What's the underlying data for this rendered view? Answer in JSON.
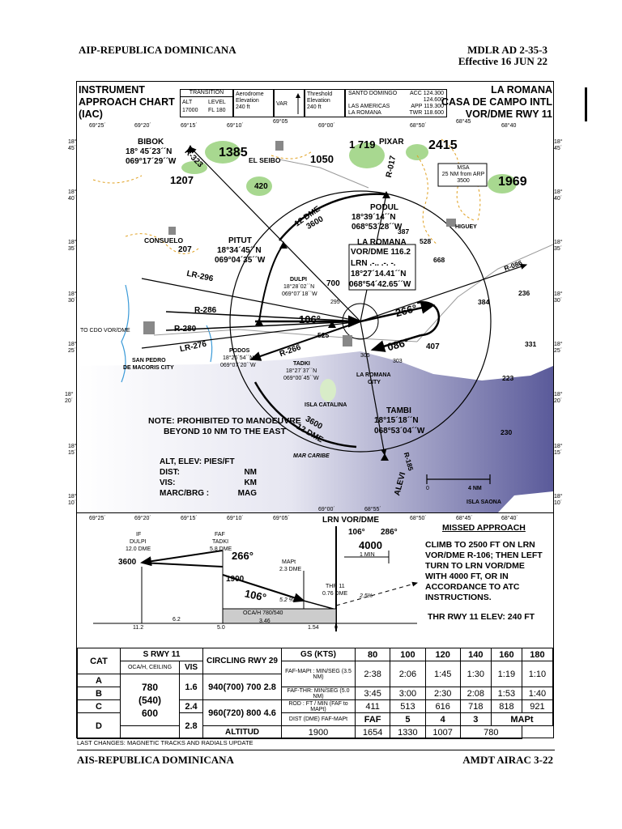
{
  "header": {
    "left": "AIP-REPUBLICA DOMINICANA",
    "right_line1": "MDLR AD 2-35-3",
    "right_line2": "Effective 16 JUN 22"
  },
  "footer": {
    "left": "AIS-REPUBLICA DOMINICANA",
    "right": "AMDT AIRAC 3-22"
  },
  "chart_title": {
    "left_line1": "INSTRUMENT",
    "left_line2": "APPROACH CHART",
    "left_line3": "(IAC)",
    "right_line1": "LA ROMANA",
    "right_line2": "CASA DE CAMPO INTL",
    "right_line3": "VOR/DME RWY 11"
  },
  "info_box": {
    "transition": "TRANSITION",
    "alt": "ALT",
    "alt_val": "17000",
    "level": "LEVEL",
    "level_val": "FL 180",
    "aerodrome": "Aerodrome",
    "elevation": "Elevation",
    "elev_val": "240 ft",
    "var": "VAR",
    "threshold": "Threshold",
    "thr_elevation": "Elevation",
    "thr_val": "240 ft",
    "com1": "SANTO DOMINGO",
    "com1_val": "ACC 124.300",
    "com1_val2": "124.600",
    "com2": "LAS AMERICAS",
    "com2_val": "APP 119.300",
    "com3": "LA ROMANA",
    "com3_val": "TWR 118.600"
  },
  "grid": {
    "top_lon": [
      "69°25´",
      "69°20´",
      "69°15´",
      "69°10´",
      "69°05",
      "69°00´",
      "68°50´",
      "68°45",
      "68°40"
    ],
    "left_lat": [
      "18° 45´",
      "18° 40´",
      "18° 35´",
      "18° 30´",
      "18° 25´",
      "18° 20´",
      "18° 15´",
      "18° 10´"
    ],
    "bottom_lon": [
      "69°25´",
      "69°20´",
      "69°15´",
      "69°10´",
      "69°05´",
      "69°00´",
      "68°55´",
      "68°50´",
      "68°45´",
      "68°40´"
    ]
  },
  "map": {
    "bibok": "BIBOK",
    "bibok_lat": "18° 45´23´´N",
    "bibok_lon": "069°17´29´´W",
    "r323": "R-323",
    "el_seibo": "EL SEIBO",
    "elev_1385": "1385",
    "elev_1050": "1050",
    "elev_1719": "1 719",
    "pixar": "PIXAR",
    "elev_2415": "2415",
    "elev_1207": "1207",
    "elev_420": "420",
    "r017": "R-017",
    "msa_l1": "MSA",
    "msa_l2": "25 NM from ARP",
    "msa_l3": "3500",
    "elev_1969": "1969",
    "podul": "PODUL",
    "podul_lat": "18°39´14´´N",
    "podul_lon": "068°53´28´´W",
    "arc_dme": "12 DME",
    "arc_alt": "3600",
    "consuelo": "CONSUELO",
    "elev_207": "207",
    "pitut": "PITUT",
    "pitut_lat": "18°34´45´´N",
    "pitut_lon": "069°04´35´´W",
    "elev_387": "387",
    "elev_528": "528",
    "higuey": "HIGUEY",
    "lrn_title": "LA ROMANA",
    "lrn_freq": "VOR/DME 116.2",
    "lrn_ident": "LRN .-.. .-. -.",
    "lrn_lat": "18°27´14.41´´N",
    "lrn_lon": "068°54´42.65´´W",
    "elev_668": "668",
    "r086": "R-086",
    "lr296": "LR-296",
    "dulpi": "DULPI",
    "dulpi_lat": "18°28´02´´N",
    "dulpi_lon": "069°07´18´´W",
    "elev_700": "700",
    "elev_236": "236",
    "elev_384": "384",
    "r286": "R-286",
    "elev_295": "295",
    "trk106": "106°",
    "trk266": "266°",
    "to_vor": "TO CDO VOR/DME",
    "r280": "R-280",
    "elev_525": "525",
    "elev_407": "407",
    "elev_331": "331",
    "lr276": "LR-276",
    "podos": "PODOS",
    "podos_lat": "18°26´54´´N",
    "podos_lon": "069°07´20´´W",
    "r266": "R-266",
    "trk086": "086°",
    "elev_305": "305",
    "elev_303": "303",
    "san_pedro": "SAN PEDRO",
    "san_pedro2": "DE MACORIS CITY",
    "tadki": "TADKI",
    "tadki_lat": "18°27´37´´N",
    "tadki_lon": "069°00´45´´W",
    "la_romana_city": "LA ROMANA",
    "city": "CITY",
    "elev_223": "223",
    "isla_catalina": "ISLA CATALINA",
    "tambi": "TAMBI",
    "tambi_lat": "18°15´18´´N",
    "tambi_lon": "068°53´04´´W",
    "elev_230": "230",
    "note_l1": "NOTE: PROHIBITED TO MANOEUVRE",
    "note_l2": "BEYOND 10 NM TO THE EAST",
    "mar_caribe": "MAR CARIBE",
    "r185": "R-185",
    "alevi": "ALEVI",
    "scale": "4 NM",
    "scale0": "0",
    "isla_saona": "ISLA SAONA",
    "legend_l1": "ALT, ELEV: PIES/FT",
    "legend_dist": "DIST:",
    "legend_dist_v": "NM",
    "legend_vis": "VIS:",
    "legend_vis_v": "KM",
    "legend_marc": "MARC/BRG :",
    "legend_marc_v": "MAG"
  },
  "profile": {
    "lrn": "LRN VOR/DME",
    "trk_out": "106°",
    "trk_in": "286°",
    "hold_alt": "4000",
    "hold_time": "1 MIN",
    "if_label": "IF",
    "if_name": "DULPI",
    "if_dme": "12.0 DME",
    "if_alt": "3600",
    "faf_label": "FAF",
    "faf_name": "TADKI",
    "faf_dme": "5.8 DME",
    "trk266": "266°",
    "faf_alt": "1900",
    "trk106": "106°",
    "mapt_label": "MAPt",
    "mapt_dme": "2.3 DME",
    "glide": "5.2 %",
    "thr_label": "THR 11",
    "thr_dme": "0.76 DME",
    "climb": "2.5%",
    "oca": "OCA/H 780/540",
    "d_62": "6.2",
    "d_346": "3.46",
    "x_112": "11.2",
    "x_50": "5.0",
    "x_154": "1.54",
    "x_0": "0",
    "thr_elev": "THR RWY 11 ELEV: 240 FT",
    "ma_title": "MISSED APPROACH",
    "ma_text": "CLIMB TO 2500 FT ON LRN VOR/DME R-106; THEN LEFT TURN TO LRN VOR/DME WITH 4000 FT, OR IN ACCORDANCE TO ATC INSTRUCTIONS."
  },
  "minima": {
    "cat": "CAT",
    "srwy": "S RWY 11",
    "oca_h": "OCA/H, CEILING",
    "vis": "VIS",
    "circling": "CIRCLING RWY 29",
    "cats": [
      "A",
      "B",
      "C",
      "D"
    ],
    "s_val1": "780",
    "s_val2": "(540)",
    "s_val3": "600",
    "vis_ab": "1.6",
    "vis_c": "2.4",
    "vis_d": "2.8",
    "circ_ab": "940(700) 700 2.8",
    "circ_cd": "960(720) 800 4.6",
    "gs_label": "GS (KTS)",
    "gs": [
      "80",
      "100",
      "120",
      "140",
      "160",
      "180"
    ],
    "faf_mapt_label": "FAF-MAPt : MIN/SEG (3.5 NM)",
    "faf_mapt": [
      "2:38",
      "2:06",
      "1:45",
      "1:30",
      "1:19",
      "1:10"
    ],
    "faf_thr_label": "FAF-THR: MIN/SEG (5.0 NM)",
    "faf_thr": [
      "3:45",
      "3:00",
      "2:30",
      "2:08",
      "1:53",
      "1:40"
    ],
    "rod_label": "ROD : FT / MIN (FAF to MAPt)",
    "rod": [
      "411",
      "513",
      "616",
      "718",
      "818",
      "921"
    ],
    "dist_label": "DIST (DME) FAF-MAPt",
    "dist": [
      "FAF",
      "5",
      "4",
      "3",
      "MAPt"
    ],
    "altitud_label": "ALTITUD",
    "altitud": [
      "1900",
      "1654",
      "1330",
      "1007",
      "780"
    ]
  },
  "last_changes": "LAST CHANGES: MAGNETIC TRACKS AND RADIALS UPDATE"
}
